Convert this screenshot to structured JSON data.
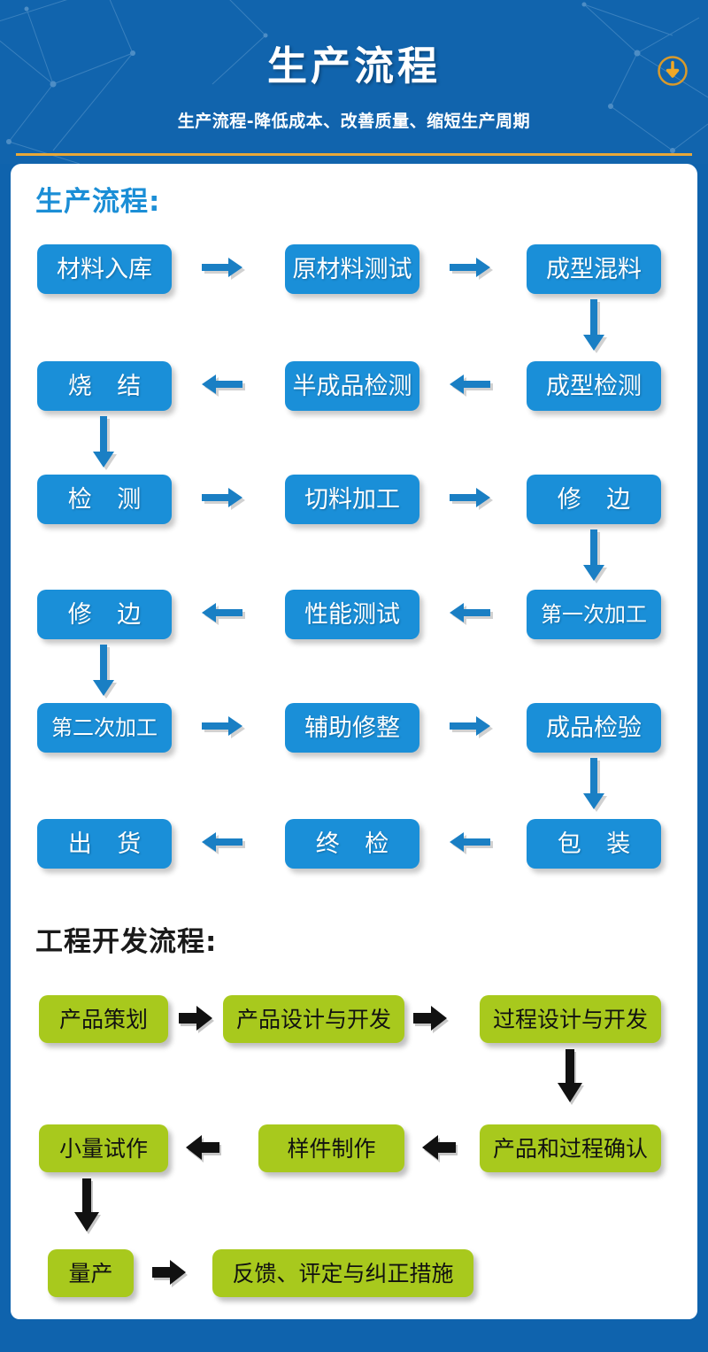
{
  "header": {
    "title": "生产流程",
    "subtitle": "生产流程-降低成本、改善质量、缩短生产周期",
    "download_icon": "download-circle-icon",
    "accent_color": "#e8a838",
    "background_color": "#1164ad"
  },
  "sections": [
    {
      "id": "production",
      "heading": "生产流程:",
      "heading_color": "#1b8ed6",
      "box_color": "#1a8fd8",
      "box_text_color": "#ffffff",
      "arrow_color": "#1a7fc4",
      "rows": [
        {
          "direction": "right",
          "boxes": [
            "材料入库",
            "原材料测试",
            "成型混料"
          ]
        },
        {
          "direction": "left",
          "boxes": [
            "烧 结",
            "半成品检测",
            "成型检测"
          ]
        },
        {
          "direction": "right",
          "boxes": [
            "检 测",
            "切料加工",
            "修 边"
          ]
        },
        {
          "direction": "left",
          "boxes": [
            "修 边",
            "性能测试",
            "第一次加工"
          ]
        },
        {
          "direction": "right",
          "boxes": [
            "第二次加工",
            "辅助修整",
            "成品检验"
          ]
        },
        {
          "direction": "left",
          "boxes": [
            "出 货",
            "终 检",
            "包 装"
          ]
        }
      ]
    },
    {
      "id": "engineering",
      "heading": "工程开发流程:",
      "heading_color": "#1a1a1a",
      "box_color": "#a8c91d",
      "box_text_color": "#111111",
      "arrow_color": "#111111",
      "rows": [
        {
          "direction": "right",
          "boxes": [
            "产品策划",
            "产品设计与开发",
            "过程设计与开发"
          ]
        },
        {
          "direction": "left",
          "boxes": [
            "小量试作",
            "样件制作",
            "产品和过程确认"
          ]
        },
        {
          "direction": "right",
          "boxes": [
            "量产",
            "反馈、评定与纠正措施"
          ]
        }
      ]
    }
  ]
}
